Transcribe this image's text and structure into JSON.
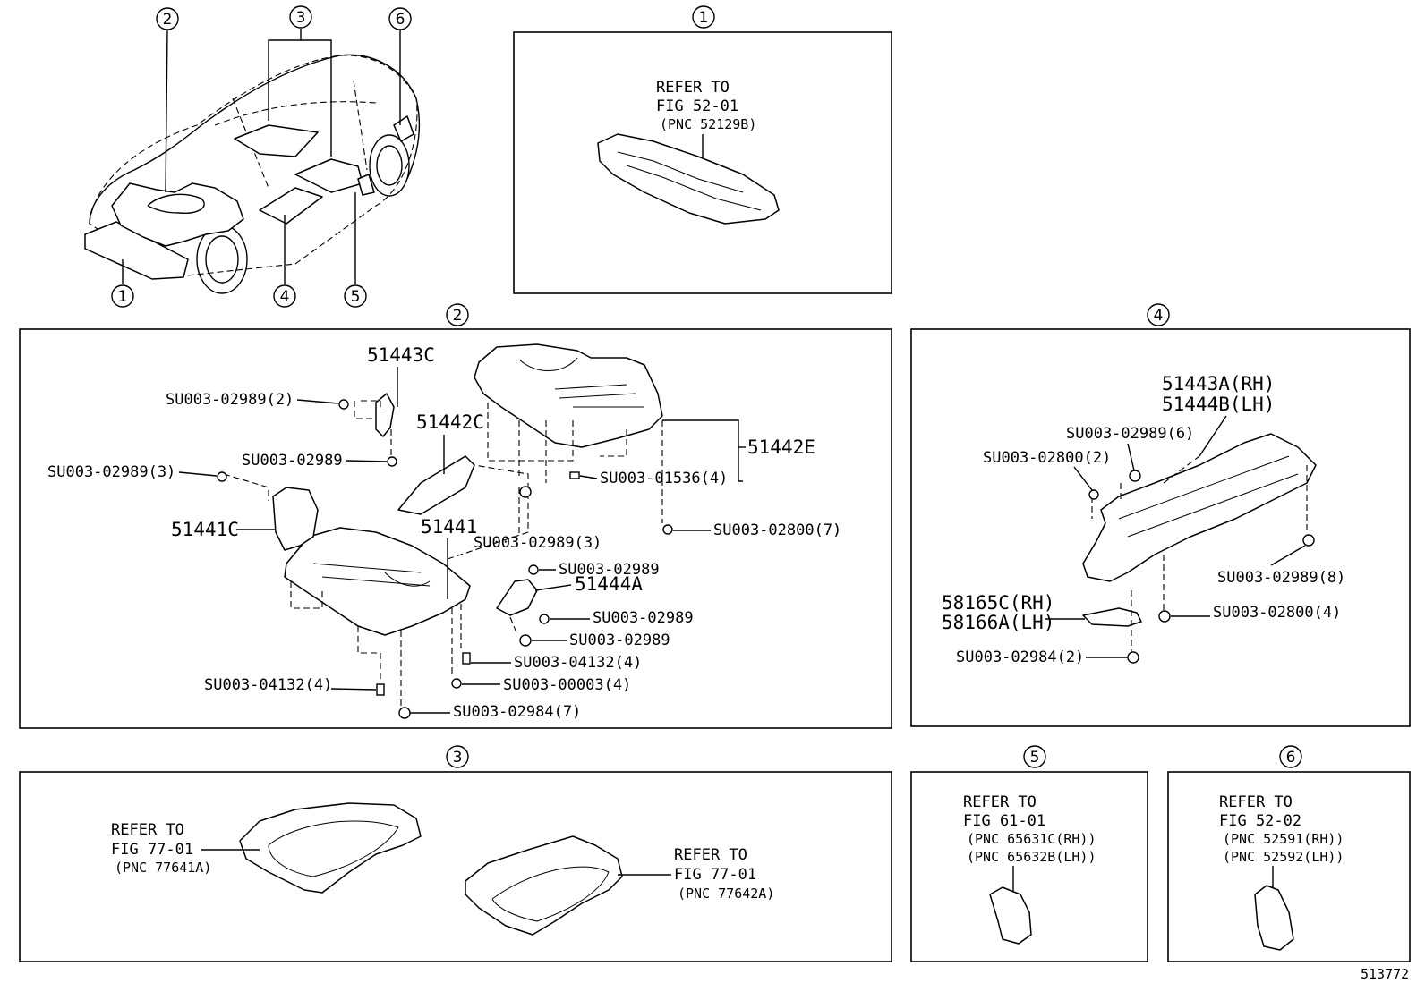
{
  "overview_callouts": {
    "c1": "1",
    "c2": "2",
    "c3": "3",
    "c4": "4",
    "c5": "5",
    "c6": "6"
  },
  "panel1": {
    "num": "1",
    "ref": [
      "REFER TO",
      "FIG 52-01",
      "(PNC 52129B)"
    ]
  },
  "panel2": {
    "num": "2",
    "parts": {
      "p51443C": "51443C",
      "p51442C": "51442C",
      "p51442E": "51442E",
      "p51441C": "51441C",
      "p51441": "51441",
      "p51444A": "51444A"
    },
    "fasteners": {
      "f1": "SU003-02989(2)",
      "f2": "SU003-02989",
      "f3": "SU003-02989(3)",
      "f4": "SU003-01536(4)",
      "f5": "SU003-02800(7)",
      "f6": "SU003-02989(3)",
      "f7": "SU003-02989",
      "f8": "SU003-02989",
      "f9": "SU003-02989",
      "f10": "SU003-04132(4)",
      "f11": "SU003-00003(4)",
      "f12": "SU003-04132(4)",
      "f13": "SU003-02984(7)"
    }
  },
  "panel3": {
    "num": "3",
    "refA": [
      "REFER TO",
      "FIG 77-01",
      "(PNC 77641A)"
    ],
    "refB": [
      "REFER TO",
      "FIG 77-01",
      "(PNC 77642A)"
    ]
  },
  "panel4": {
    "num": "4",
    "parts": {
      "p1": "51443A(RH)",
      "p2": "51444B(LH)",
      "p3": "58165C(RH)",
      "p4": "58166A(LH)"
    },
    "fasteners": {
      "f1": "SU003-02989(6)",
      "f2": "SU003-02800(2)",
      "f3": "SU003-02989(8)",
      "f4": "SU003-02800(4)",
      "f5": "SU003-02984(2)"
    }
  },
  "panel5": {
    "num": "5",
    "ref": [
      "REFER TO",
      "FIG 61-01",
      "(PNC 65631C(RH))",
      "(PNC 65632B(LH))"
    ]
  },
  "panel6": {
    "num": "6",
    "ref": [
      "REFER TO",
      "FIG 52-02",
      "(PNC 52591(RH))",
      "(PNC 52592(LH))"
    ]
  },
  "figure_id": "513772"
}
